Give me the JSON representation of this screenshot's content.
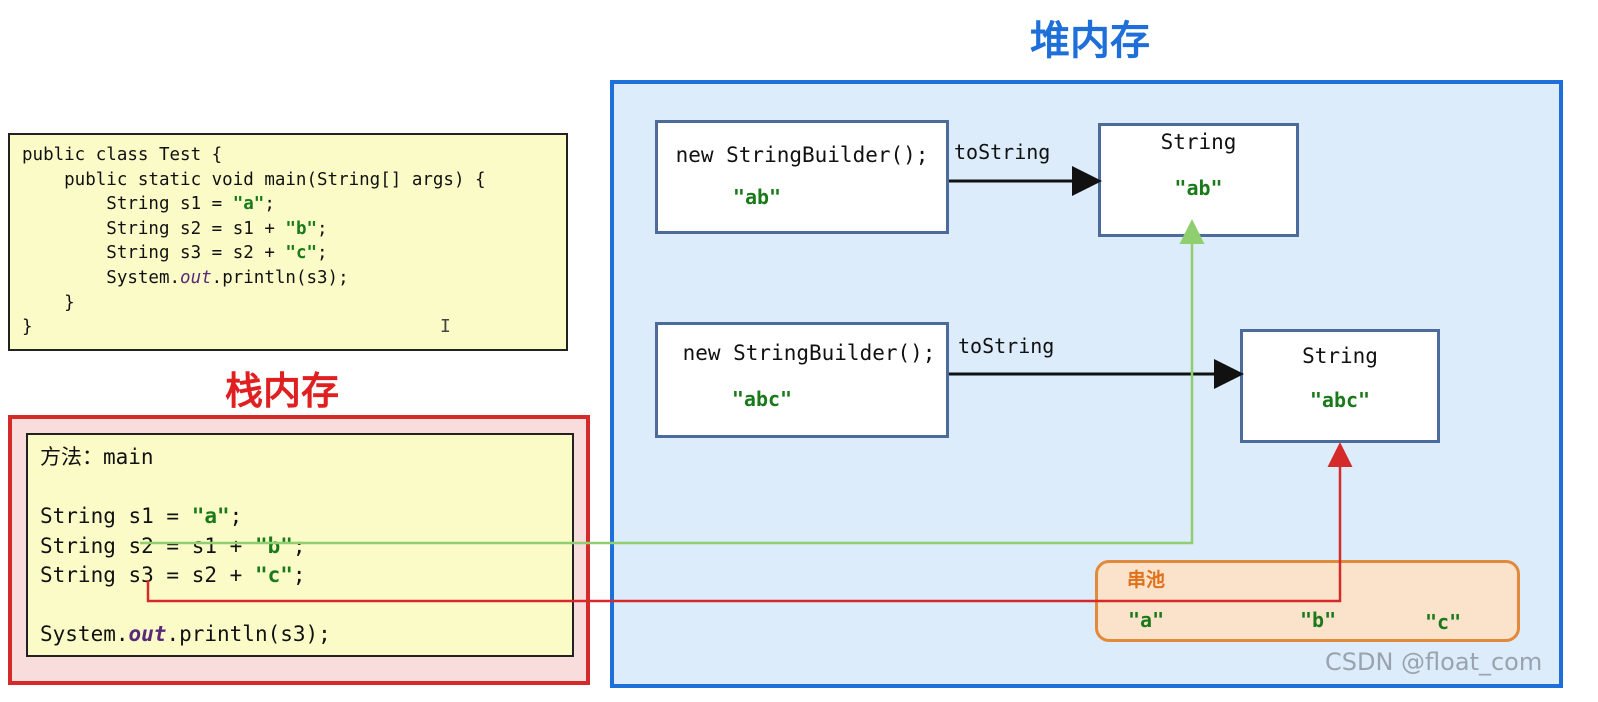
{
  "heap": {
    "title": "堆内存"
  },
  "code": {
    "lines": [
      "public class Test {",
      "    public static void main(String[] args) {",
      "        String s1 = \"a\";",
      "        String s2 = s1 + \"b\";",
      "        String s3 = s2 + \"c\";",
      "        System.out.println(s3);",
      "    }",
      "}"
    ]
  },
  "stack": {
    "title": "栈内存",
    "method_label": "方法：main",
    "lines": [
      "String s1 = \"a\";",
      "String s2 = s1 + \"b\";",
      "String s3 = s2 + \"c\";",
      "System.out.println(s3);"
    ]
  },
  "builders": [
    {
      "label": "new StringBuilder();",
      "value": "\"ab\"",
      "edge_label": "toString"
    },
    {
      "label": "new StringBuilder();",
      "value": "\"abc\"",
      "edge_label": "toString"
    }
  ],
  "strings": [
    {
      "label": "String",
      "value": "\"ab\""
    },
    {
      "label": "String",
      "value": "\"abc\""
    }
  ],
  "pool": {
    "title": "串池",
    "items": [
      "\"a\"",
      "\"b\"",
      "\"c\""
    ]
  },
  "watermark": "CSDN @float_com",
  "colors": {
    "heap": "#1e6fd9",
    "stack": "#d42a2a",
    "pool": "#e08a3a",
    "string_literal": "#1a7a1a",
    "s2_link": "#8fcf6f",
    "s3_link": "#d42a2a"
  }
}
